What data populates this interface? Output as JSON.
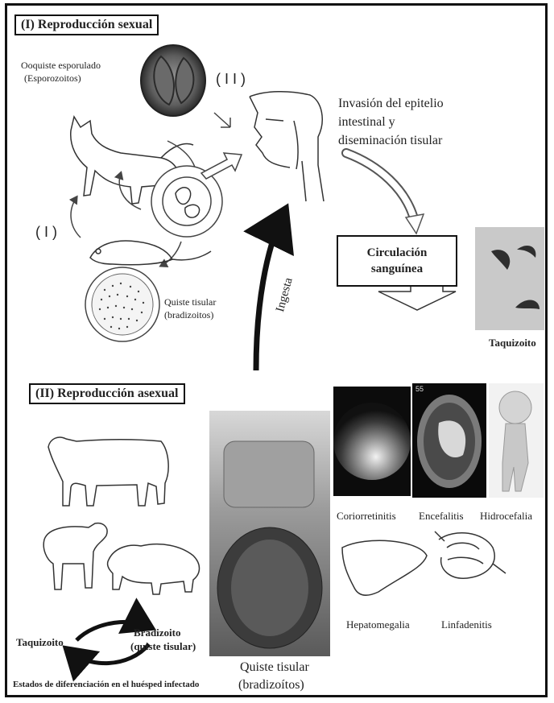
{
  "section_sexual": "(I) Reproducción sexual",
  "section_asexual": "(II) Reproducción asexual",
  "oocyst_label_1": "Ooquiste esporulado",
  "oocyst_label_2": "(Esporozoitos)",
  "marker_II": "( I I )",
  "marker_I": "( I )",
  "invasion_1": "Invasión del epitelio",
  "invasion_2": "intestinal y",
  "invasion_3": "diseminación tisular",
  "circulation_1": "Circulación",
  "circulation_2": "sanguínea",
  "tachyzoite_label": "Taquizoito",
  "cyst_label_1": "Quiste tisular",
  "cyst_label_2": "(bradizoitos)",
  "ingesta": "Ingesta",
  "photo_tag": "55",
  "outcomes": [
    "Coriorretinitis",
    "Encefalitis",
    "Hidrocefalia",
    "Hepatomegalia",
    "Linfadenitis"
  ],
  "cycle_left": "Taquizoito",
  "cycle_right_1": "Bradizoito",
  "cycle_right_2": "(quiste tisular)",
  "stages_caption": "Estados de diferenciación  en el huésped infectado",
  "tissue_cyst_1": "Quiste tisular",
  "tissue_cyst_2": "(bradizoítos)"
}
